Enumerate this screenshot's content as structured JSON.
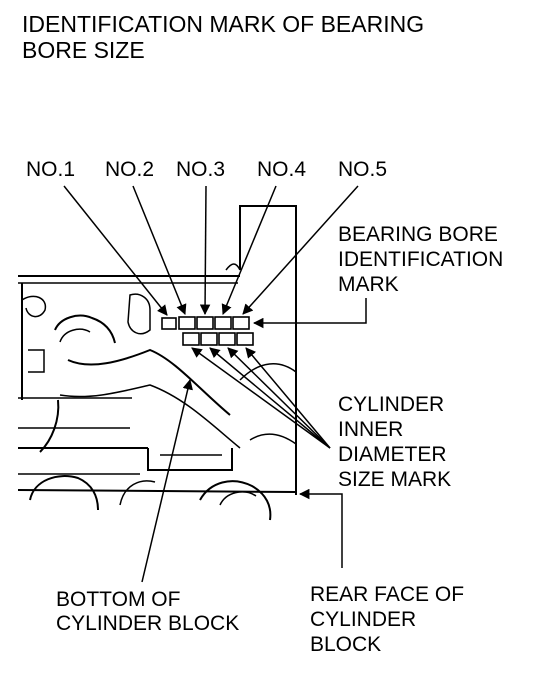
{
  "title": {
    "line1": "IDENTIFICATION  MARK OF BEARING",
    "line2": "BORE SIZE"
  },
  "numbers": [
    "NO.1",
    "NO.2",
    "NO.3",
    "NO.4",
    "NO.5"
  ],
  "labels": {
    "bearing_bore": [
      "BEARING BORE",
      "IDENTIFICATION",
      "MARK"
    ],
    "cylinder_inner": [
      "CYLINDER",
      "INNER",
      "DIAMETER",
      "SIZE MARK"
    ],
    "bottom_block": [
      "BOTTOM OF",
      "CYLINDER BLOCK"
    ],
    "rear_face": [
      "REAR FACE OF",
      "CYLINDER",
      "BLOCK"
    ]
  }
}
